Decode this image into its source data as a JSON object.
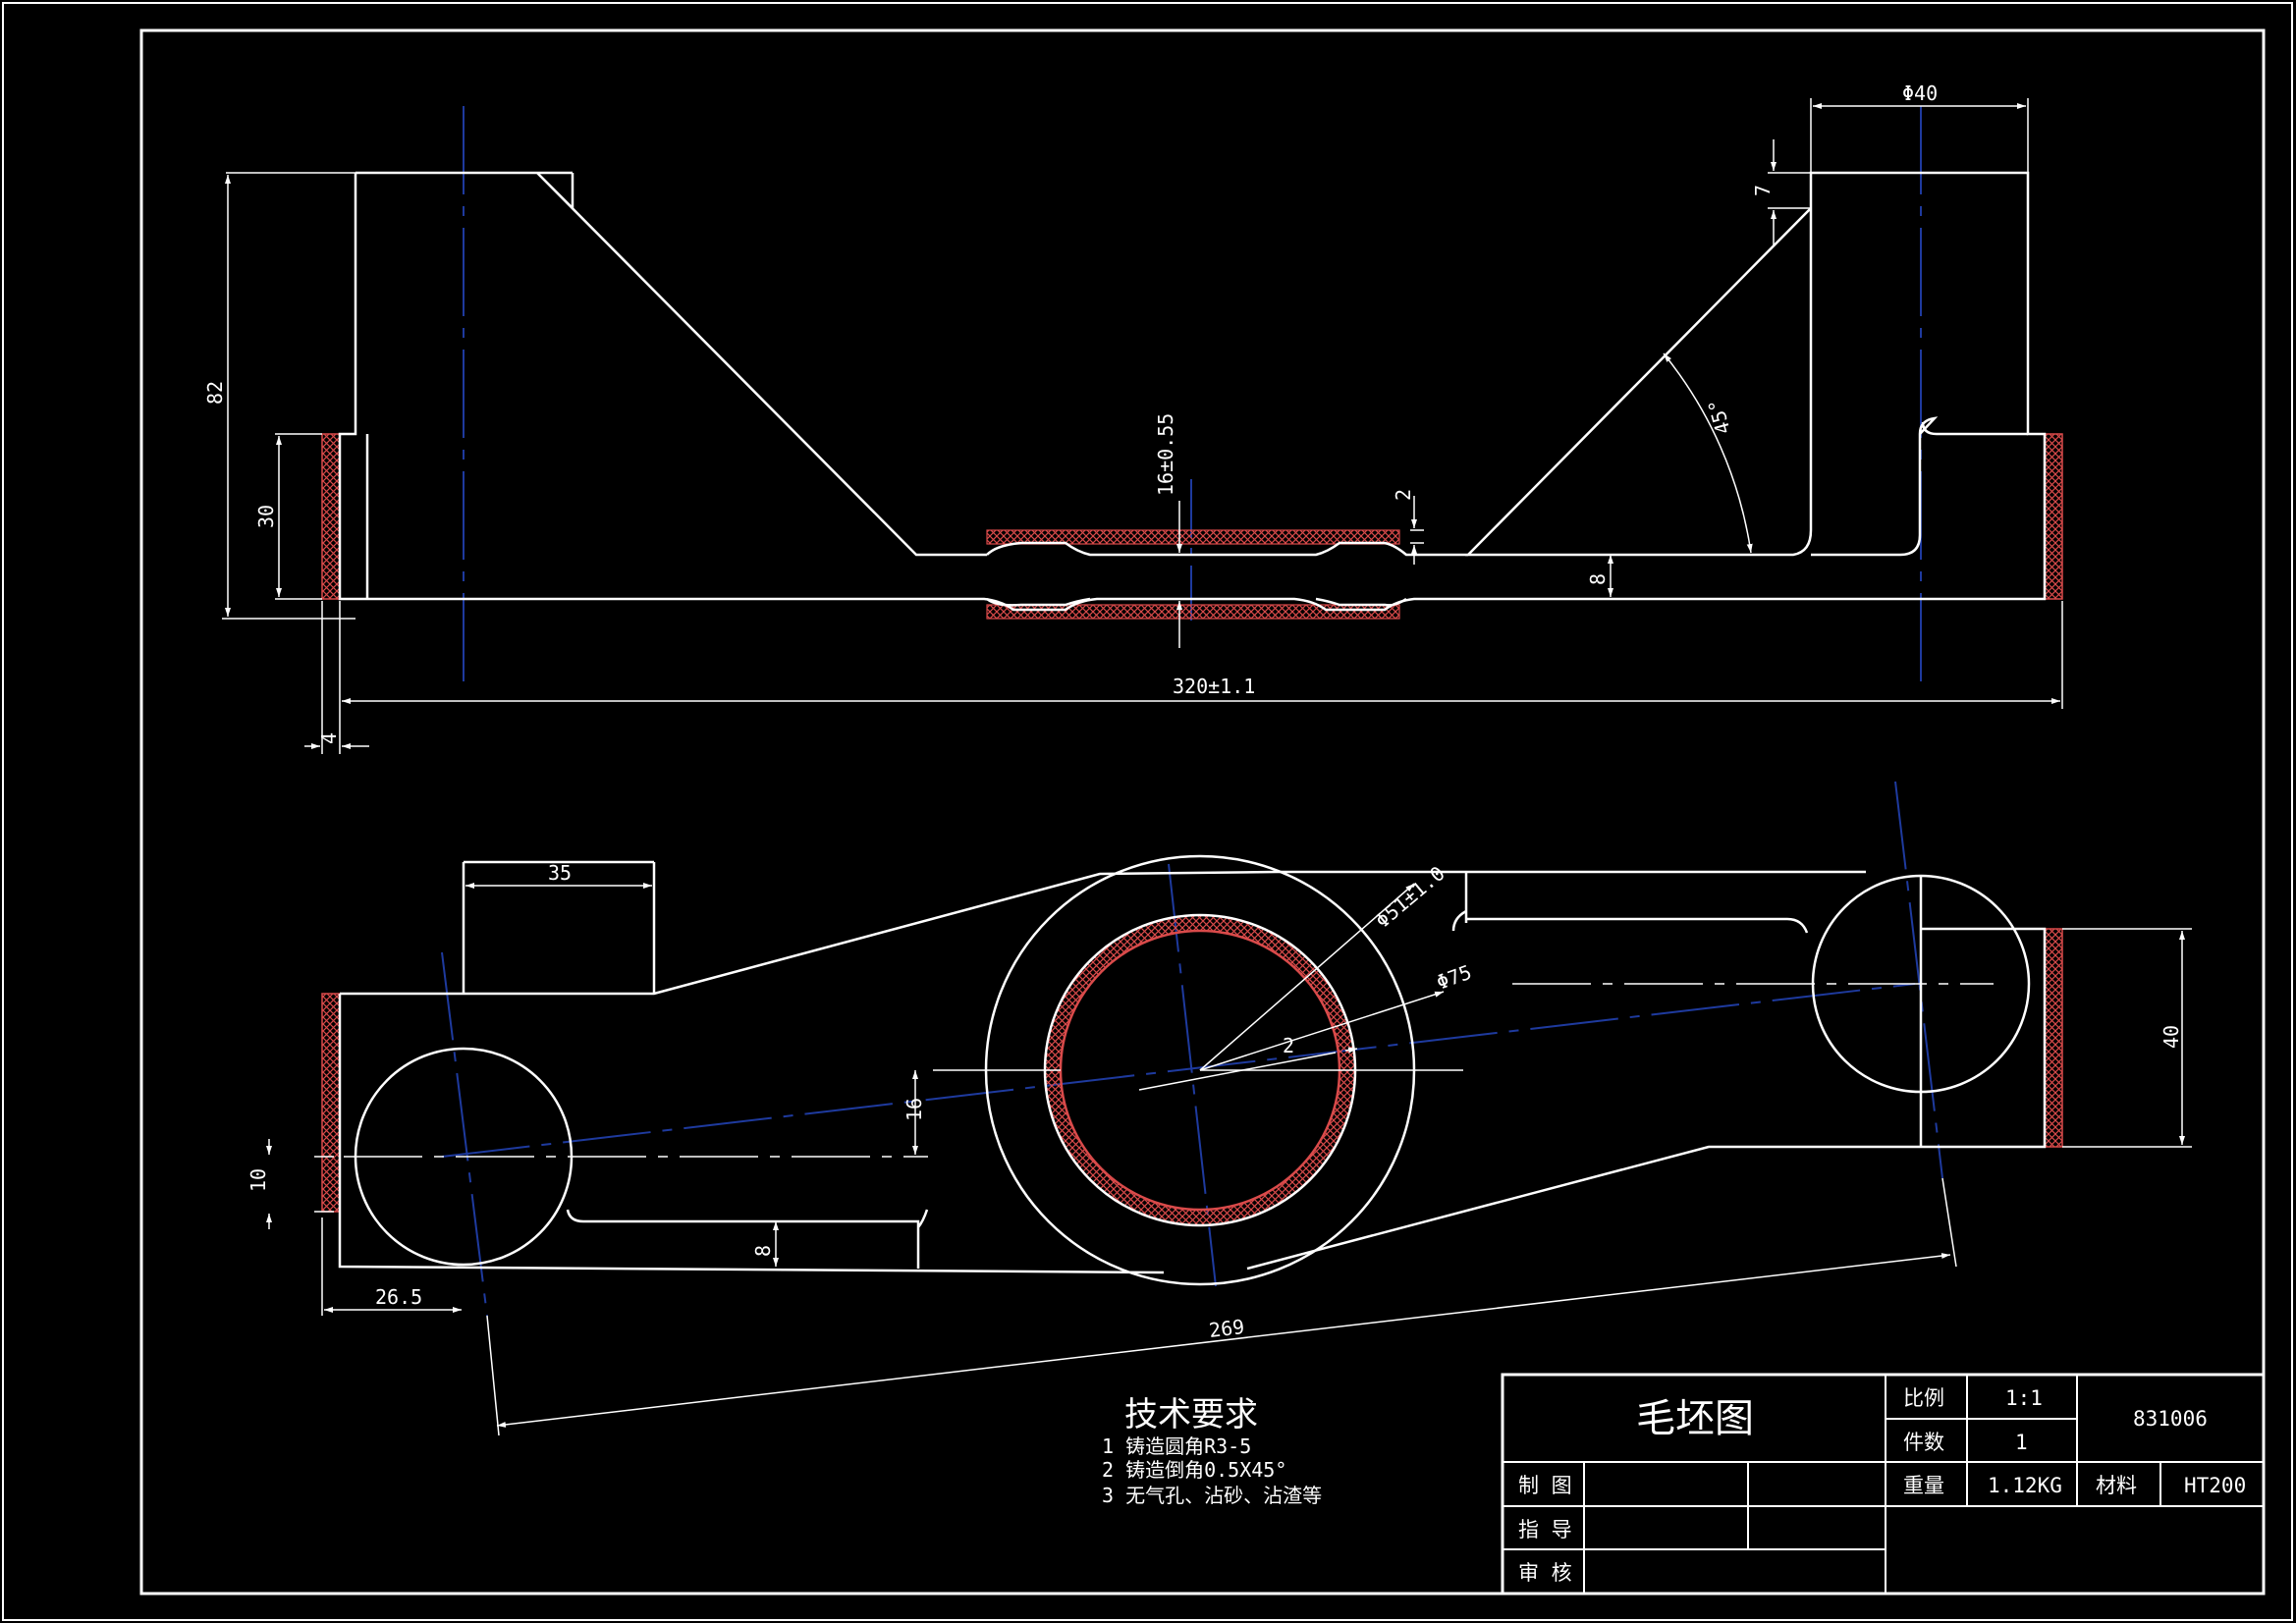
{
  "colors": {
    "background": "#000000",
    "line": "#ffffff",
    "centerline": "#1e3a9e",
    "hatch": "#d94a4a"
  },
  "dimensions": {
    "top_view": {
      "height_total": "82",
      "flange_height": "30",
      "offset_left": "4",
      "overall_length": "320±1.1",
      "center_thickness": "16±0.55",
      "center_step": "2",
      "web_thickness": "8",
      "angle": "45°",
      "top_step": "7",
      "boss_diameter": "Φ40"
    },
    "bottom_view": {
      "arm_length": "35",
      "bore_diameter": "Φ51±1.0",
      "hub_diameter": "Φ75",
      "wall": "2",
      "rib_offset": "16",
      "left_offset": "10",
      "rib_thickness": "8",
      "left_distance": "26.5",
      "center_distance": "269",
      "right_height": "40"
    }
  },
  "technical_requirements": {
    "title": "技术要求",
    "items": [
      "1 铸造圆角R3-5",
      "2 铸造倒角0.5X45°",
      "3 无气孔、沾砂、沾渣等"
    ]
  },
  "title_block": {
    "drawing_title": "毛坯图",
    "scale_label": "比例",
    "scale_value": "1:1",
    "quantity_label": "件数",
    "quantity_value": "1",
    "drawing_number": "831006",
    "drawn_label": "制 图",
    "guide_label": "指 导",
    "review_label": "审 核",
    "weight_label": "重量",
    "weight_value": "1.12KG",
    "material_label": "材料",
    "material_value": "HT200"
  }
}
